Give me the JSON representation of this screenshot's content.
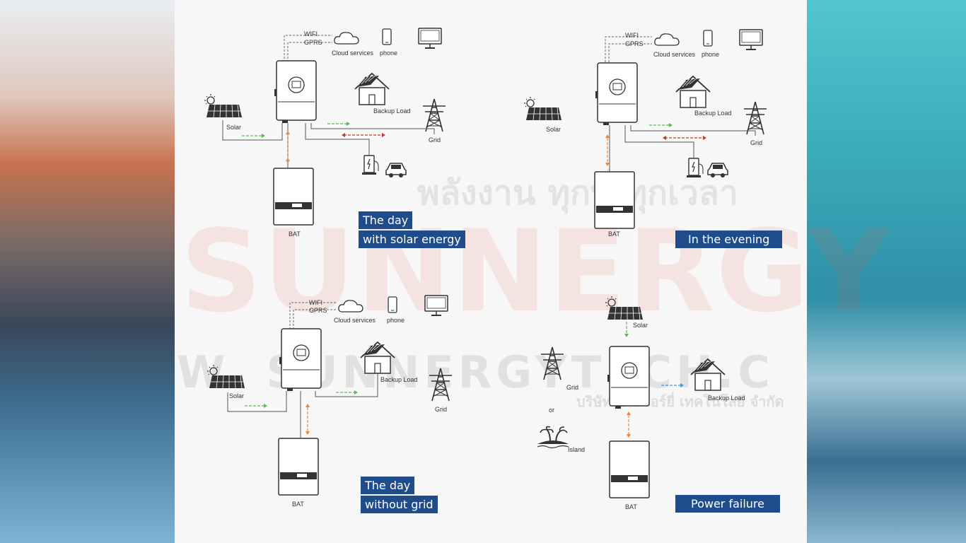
{
  "watermark": {
    "brand": "SUNNERGY",
    "thai_slogan": "พลังงาน ทุกที่ ทุกเวลา",
    "website": "W. SUNNERGYTECH.C",
    "company_thai": "บริษัท ซันเนอร์ยี่ เทคโนโลยี จำกัด"
  },
  "scenarios": [
    {
      "caption_line1": "The day",
      "caption_line2": "with solar energy",
      "labels": {
        "wifi": "WIFI",
        "gprs": "GPRS",
        "cloud": "Cloud services",
        "phone": "phone",
        "solar": "Solar",
        "load": "Backup Load",
        "grid": "Grid",
        "bat": "BAT"
      }
    },
    {
      "caption_line1": "In the evening",
      "labels": {
        "wifi": "WIFI",
        "gprs": "GPRS",
        "cloud": "Cloud services",
        "phone": "phone",
        "solar": "Solar",
        "load": "Backup Load",
        "grid": "Grid",
        "bat": "BAT"
      }
    },
    {
      "caption_line1": "The day",
      "caption_line2": "without grid",
      "labels": {
        "wifi": "WIFI",
        "gprs": "GPRS",
        "cloud": "Cloud services",
        "phone": "phone",
        "solar": "Solar",
        "load": "Backup Load",
        "grid": "Grid",
        "bat": "BAT"
      }
    },
    {
      "caption_line1": "Power failure",
      "labels": {
        "solar": "Solar",
        "load": "Backup Load",
        "grid": "Grid",
        "or": "or",
        "island": "Island",
        "bat": "BAT"
      }
    }
  ],
  "colors": {
    "caption_bg": "#1f4c8a",
    "arrow_green": "#5cb85c",
    "arrow_red": "#c0392b",
    "arrow_orange": "#e8863a",
    "arrow_blue": "#3b9be0"
  }
}
